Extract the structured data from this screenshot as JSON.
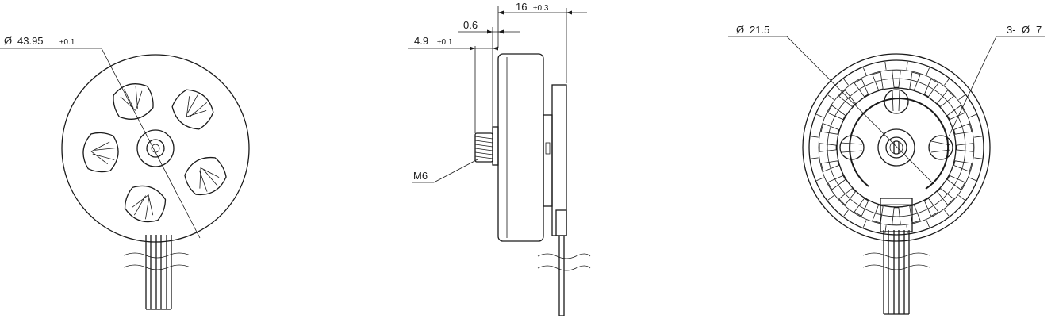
{
  "front_view": {
    "diameter_symbol": "Ø",
    "diameter_value": "43.95",
    "diameter_tolerance": "±0.1"
  },
  "side_view": {
    "length_value": "16",
    "length_tolerance": "±0.3",
    "flange_value": "0.6",
    "shaft_value": "4.9",
    "shaft_tolerance": "±0.1",
    "thread_label": "M6"
  },
  "rear_view": {
    "bolt_circle_symbol": "Ø",
    "bolt_circle_value": "21.5",
    "holes_prefix": "3-",
    "holes_symbol": "Ø",
    "holes_value": "7"
  }
}
